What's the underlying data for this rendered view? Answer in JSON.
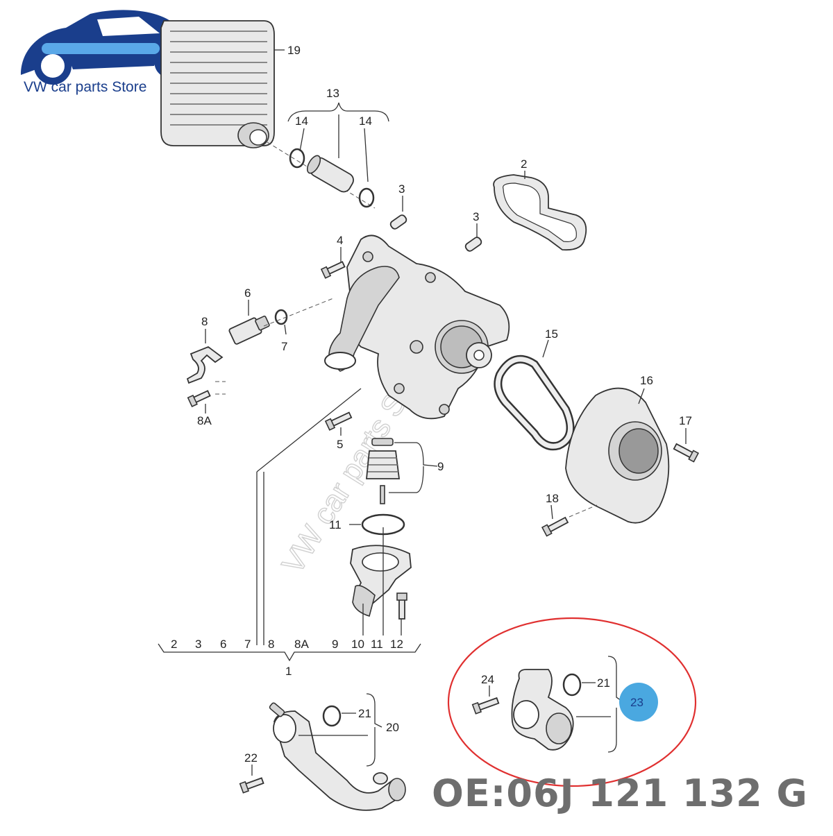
{
  "store_name": "VW car parts Store",
  "watermark": "VW car parts Store",
  "part_number": "OE:06J 121 132 G",
  "callouts": {
    "c19": "19",
    "c13": "13",
    "c14a": "14",
    "c14b": "14",
    "c2": "2",
    "c3a": "3",
    "c3b": "3",
    "c4": "4",
    "c6": "6",
    "c8": "8",
    "c7": "7",
    "c8a": "8A",
    "c5": "5",
    "c15": "15",
    "c16": "16",
    "c17": "17",
    "c18": "18",
    "c9": "9",
    "c11": "11",
    "c10": "10",
    "c11b": "11",
    "c12": "12",
    "c21a": "21",
    "c20": "20",
    "c22": "22",
    "c24": "24",
    "c21b": "21",
    "c23": "23",
    "c1": "1"
  },
  "group_list": [
    "2",
    "3",
    "6",
    "7",
    "8",
    "8A",
    "9",
    "10",
    "11",
    "12"
  ],
  "colors": {
    "logo": "#1a3e8c",
    "highlight_ellipse": "#e03030",
    "badge": "#4aa8e0",
    "part_number": "#6e6e6e"
  }
}
